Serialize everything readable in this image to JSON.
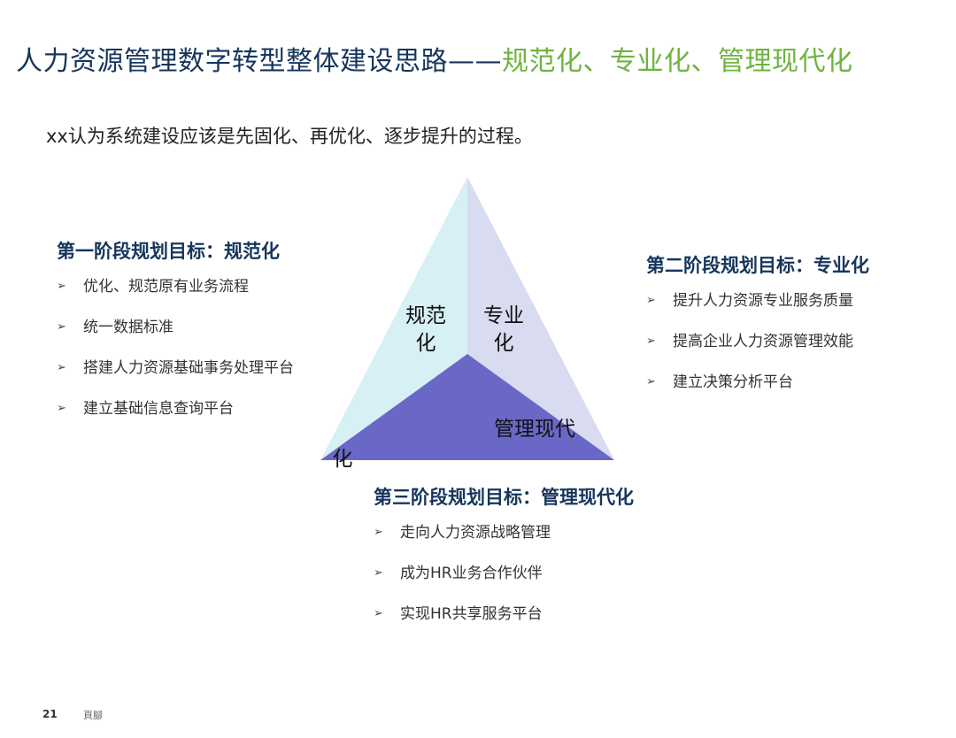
{
  "header": {
    "title_main": "人力资源管理数字转型整体建设思路——",
    "title_accent": "规范化、专业化、管理现代化"
  },
  "subtitle": "xx认为系统建设应该是先固化、再优化、逐步提升的过程。",
  "colors": {
    "title": "#16365c",
    "accent": "#6fb33f",
    "triangle_left": "#d6f0f5",
    "triangle_right": "#d9dbf0",
    "triangle_bottom": "#6a68c6"
  },
  "triangle": {
    "left_label": "规范\n化",
    "right_label": "专业\n化",
    "bottom_label": "管理现代",
    "bottom_label_tail": "化"
  },
  "stages": [
    {
      "heading": "第一阶段规划目标：规范化",
      "items": [
        "优化、规范原有业务流程",
        "统一数据标准",
        "搭建人力资源基础事务处理平台",
        "建立基础信息查询平台"
      ]
    },
    {
      "heading": "第二阶段规划目标：专业化",
      "items": [
        "提升人力资源专业服务质量",
        "提高企业人力资源管理效能",
        "建立决策分析平台"
      ]
    },
    {
      "heading": "第三阶段规划目标：管理现代化",
      "items": [
        "走向人力资源战略管理",
        "成为HR业务合作伙伴",
        "实现HR共享服务平台"
      ]
    }
  ],
  "bullet_marker": "➢",
  "footer": {
    "page_number": "21",
    "text": "頁腳"
  }
}
